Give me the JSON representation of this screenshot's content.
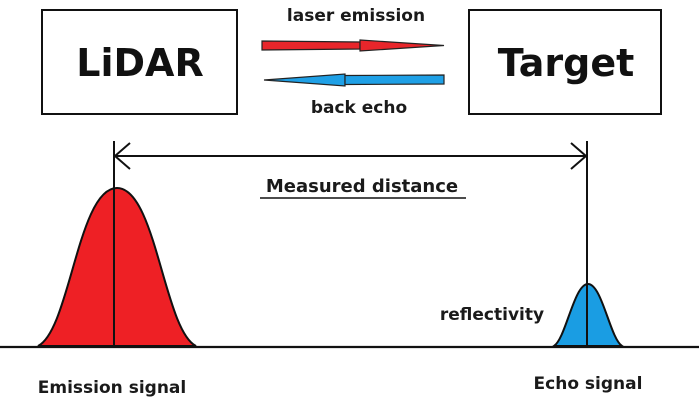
{
  "lidar_box": {
    "label": "LiDAR"
  },
  "target_box": {
    "label": "Target"
  },
  "arrows": {
    "emission_label": "laser emission",
    "echo_label": "back echo",
    "emission_color": "#e8262b",
    "echo_color": "#1fa0e6"
  },
  "distance": {
    "label": "Measured distance"
  },
  "signals": {
    "emission_label": "Emission signal",
    "emission_color": "#ee2025",
    "echo_label": "Echo signal",
    "echo_color": "#1a9de3",
    "reflectivity_label": "reflectivity"
  }
}
